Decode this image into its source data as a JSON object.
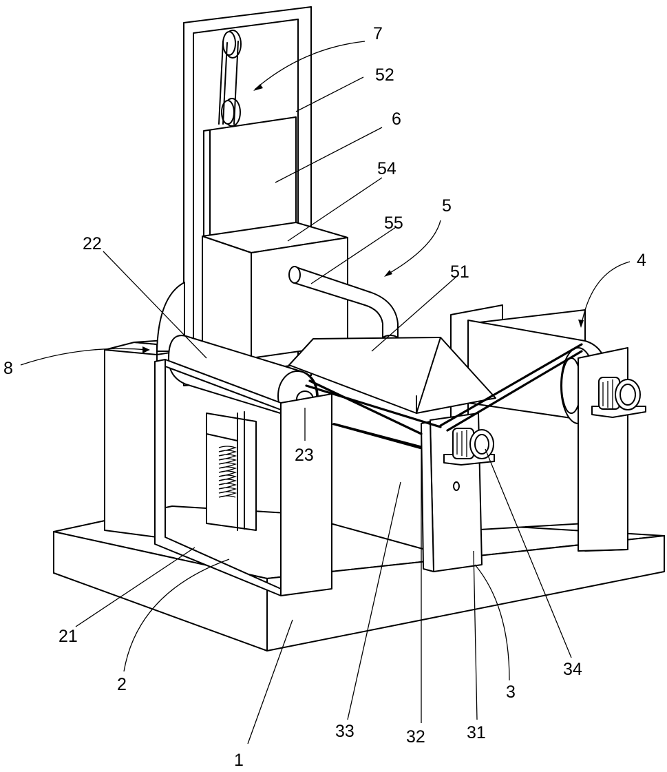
{
  "figure": {
    "labels": [
      {
        "id": "1",
        "text": "1"
      },
      {
        "id": "2",
        "text": "2"
      },
      {
        "id": "3",
        "text": "3"
      },
      {
        "id": "4",
        "text": "4"
      },
      {
        "id": "5",
        "text": "5"
      },
      {
        "id": "6",
        "text": "6"
      },
      {
        "id": "7",
        "text": "7"
      },
      {
        "id": "8",
        "text": "8"
      },
      {
        "id": "21",
        "text": "21"
      },
      {
        "id": "22",
        "text": "22"
      },
      {
        "id": "23",
        "text": "23"
      },
      {
        "id": "31",
        "text": "31"
      },
      {
        "id": "32",
        "text": "32"
      },
      {
        "id": "33",
        "text": "33"
      },
      {
        "id": "34",
        "text": "34"
      },
      {
        "id": "51",
        "text": "51"
      },
      {
        "id": "52",
        "text": "52"
      },
      {
        "id": "54",
        "text": "54"
      },
      {
        "id": "55",
        "text": "55"
      }
    ]
  }
}
